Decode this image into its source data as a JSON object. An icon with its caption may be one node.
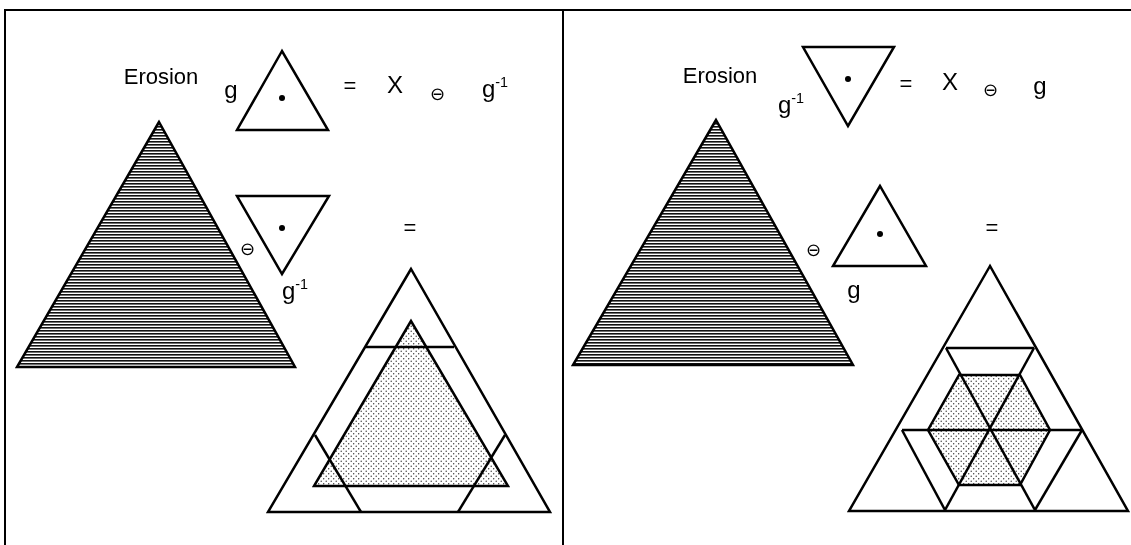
{
  "diagram": {
    "labels": [
      "Erosion",
      "g",
      "=",
      "X",
      "⊖",
      "g$^{-1}$",
      "⊖",
      "=",
      "g$^{-1}$",
      "Erosion",
      "g$^{-1}$",
      "=",
      "X",
      "⊖",
      "g",
      "⊖",
      "=",
      "g"
    ]
  }
}
